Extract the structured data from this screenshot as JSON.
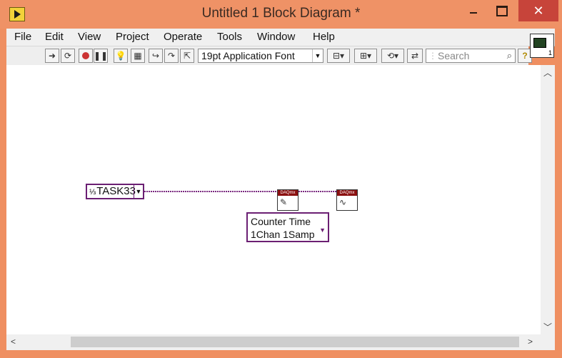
{
  "window": {
    "title": "Untitled 1 Block Diagram *",
    "controls": {
      "minimize": "",
      "maximize": "",
      "close": "✕"
    }
  },
  "menu": [
    "File",
    "Edit",
    "View",
    "Project",
    "Operate",
    "Tools",
    "Window",
    "Help"
  ],
  "toolbar": {
    "font_select": "19pt Application Font",
    "search_placeholder": "Search",
    "help_label": "?"
  },
  "vi_icon": {
    "label": "1"
  },
  "diagram": {
    "task_constant": {
      "label": "TASK33",
      "prefix": "I/O"
    },
    "create_channel_vi": {
      "header": "DAQmx"
    },
    "read_vi": {
      "header": "DAQmx"
    },
    "polymorphic_selector": {
      "line1": "Counter Time",
      "line2": "1Chan 1Samp"
    }
  },
  "colors": {
    "titlebar": "#ef9266",
    "close_button": "#c7443a",
    "wire": "#7a2a80",
    "canvas": "#ffffff"
  }
}
